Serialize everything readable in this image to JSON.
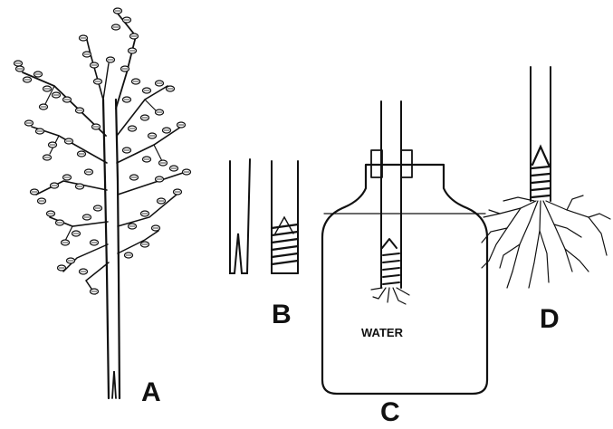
{
  "figures": {
    "a": {
      "label": "A"
    },
    "b": {
      "label": "B"
    },
    "c": {
      "label": "C",
      "bottle_text": "WATER"
    },
    "d": {
      "label": "D"
    }
  },
  "colors": {
    "ink": "#111111",
    "paper": "#ffffff"
  }
}
